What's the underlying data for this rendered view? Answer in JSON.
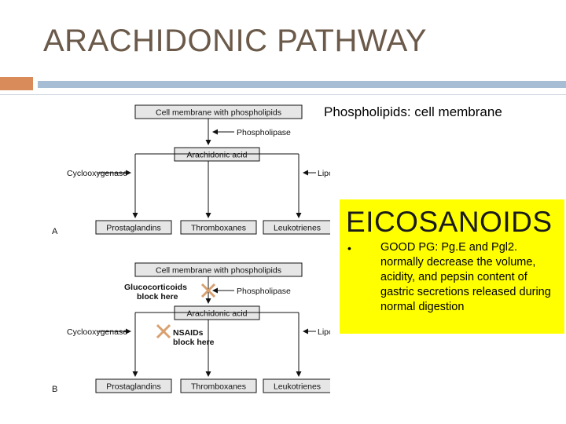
{
  "slide": {
    "title": "ARACHIDONIC PATHWAY",
    "caption": "Phospholipids: cell membrane"
  },
  "diagram": {
    "panel_a": {
      "label": "A",
      "membrane": "Cell membrane with phospholipids",
      "phospholipase": "Phospholipase",
      "arachidonic": "Arachidonic acid",
      "cyclooxygenase": "Cyclooxygenase",
      "lipoxygenase": "Lipoxygenase",
      "prostaglandins": "Prostaglandins",
      "thromboxanes": "Thromboxanes",
      "leukotrienes": "Leukotrienes"
    },
    "panel_b": {
      "label": "B",
      "membrane": "Cell membrane with phospholipids",
      "glucocorticoids_1": "Glucocorticoids",
      "glucocorticoids_2": "block here",
      "phospholipase": "Phospholipase",
      "arachidonic": "Arachidonic acid",
      "cyclooxygenase": "Cyclooxygenase",
      "nsaids_1": "NSAIDs",
      "nsaids_2": "block here",
      "lipoxygenase": "Lipoxygenase",
      "prostaglandins": "Prostaglandins",
      "thromboxanes": "Thromboxanes",
      "leukotrienes": "Leukotrienes"
    }
  },
  "callout": {
    "title": "EICOSANOIDS",
    "bullet": "•",
    "text": "GOOD PG: Pg.E and Pgl2. normally decrease the volume, acidity, and pepsin content of gastric secretions released during normal digestion"
  },
  "colors": {
    "title": "#6b5a4a",
    "accent_orange": "#d98b5a",
    "accent_blue": "#a7bdd3",
    "box_fill": "#e6e6e6",
    "callout_bg": "#ffff00",
    "block_mark": "#d8a070"
  }
}
